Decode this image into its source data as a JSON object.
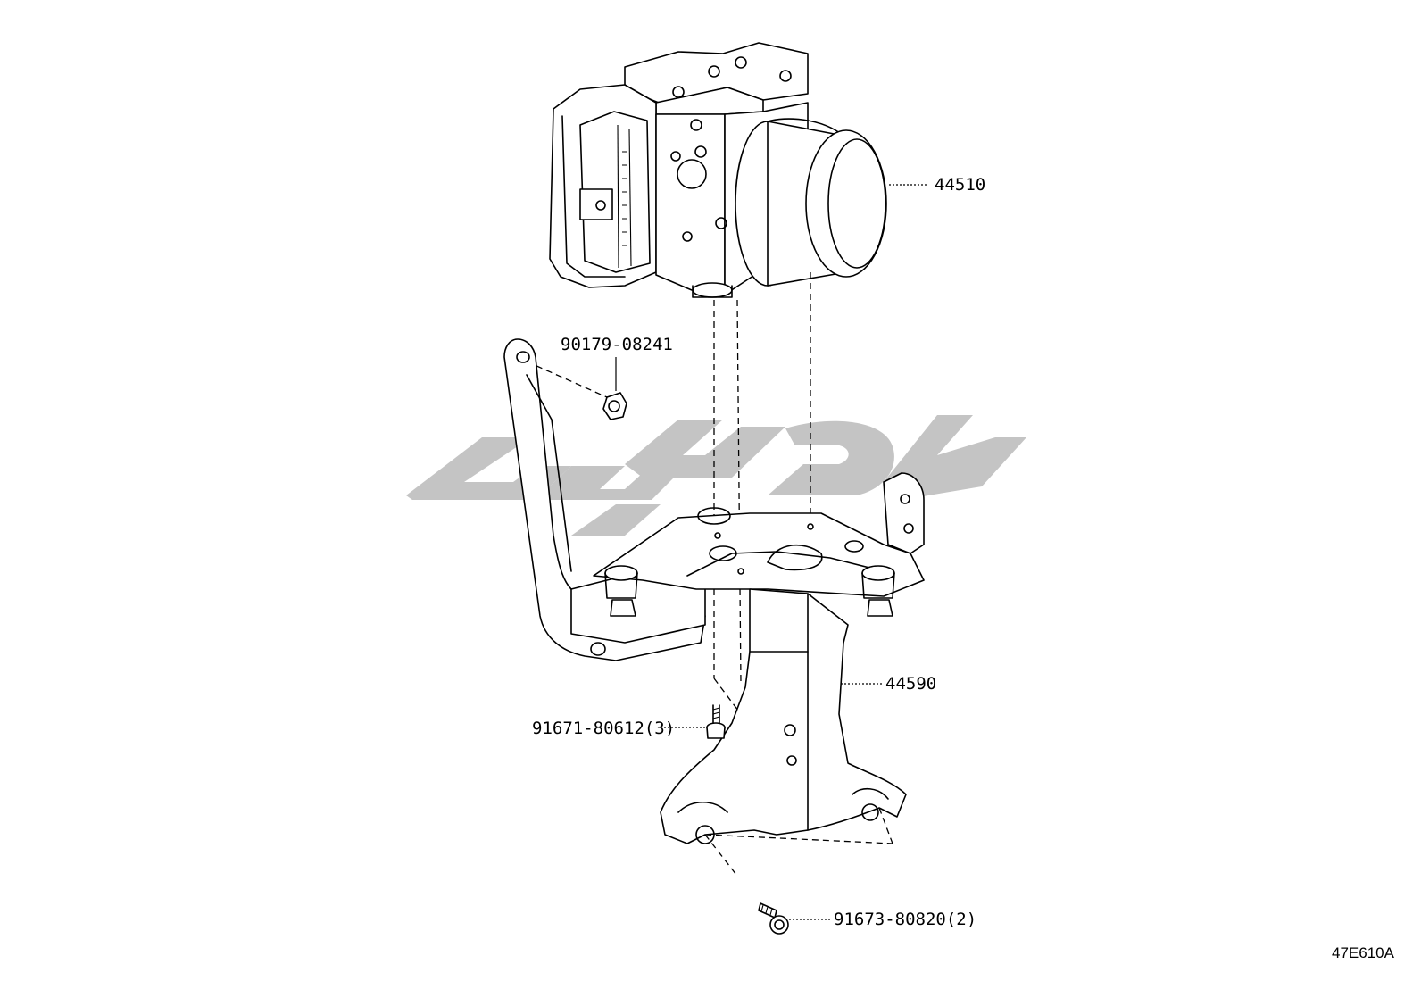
{
  "parts": [
    {
      "id": "abs-actuator",
      "label": "44510"
    },
    {
      "id": "actuator-bracket",
      "label": "44590"
    },
    {
      "id": "nut",
      "label": "90179-08241"
    },
    {
      "id": "bolt-small",
      "label": "91671-80612(3)"
    },
    {
      "id": "bolt-large",
      "label": "91673-80820(2)"
    }
  ],
  "figure_code": "47E610A",
  "watermark": {
    "color": "#c4c4c4"
  },
  "line_color": "#000000",
  "background": "#ffffff"
}
